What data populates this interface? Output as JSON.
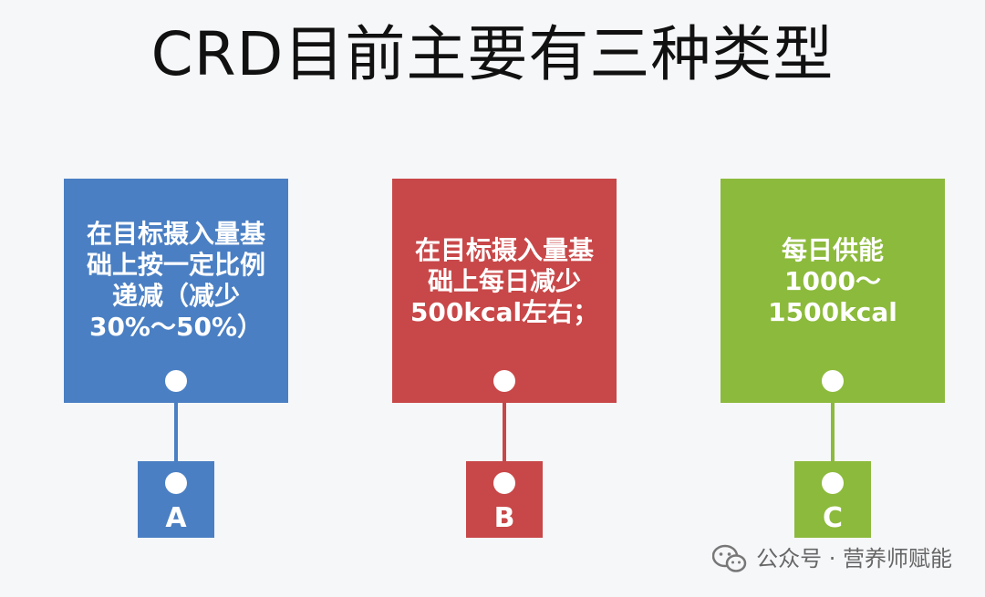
{
  "title": "CRD目前主要有三种类型",
  "types": [
    {
      "text": "在目标摄入量基\n础上按一定比例\n递减（减少\n30%～50%）",
      "letter": "A",
      "color": "#4a7fc3"
    },
    {
      "text": "在目标摄入量基\n础上每日减少\n500kcal左右；",
      "letter": "B",
      "color": "#c84748"
    },
    {
      "text": "每日供能\n1000～\n1500kcal",
      "letter": "C",
      "color": "#8cba3c"
    }
  ],
  "watermark": {
    "icon": "wechat-icon",
    "text": "公众号 · 营养师赋能"
  }
}
